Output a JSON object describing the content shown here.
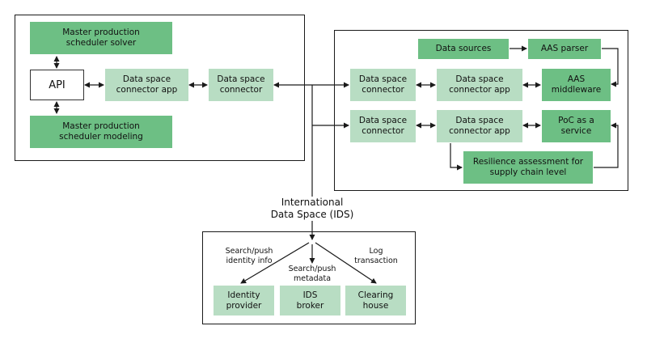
{
  "left_panel": {
    "solver": "Master production\nscheduler solver",
    "api": "API",
    "modeling": "Master production\nscheduler modeling",
    "connector_app": "Data space\nconnector app",
    "connector": "Data space\nconnector"
  },
  "right_panel": {
    "data_sources": "Data sources",
    "aas_parser": "AAS parser",
    "row1_connector": "Data space\nconnector",
    "row1_connector_app": "Data space\nconnector app",
    "aas_middleware": "AAS\nmiddleware",
    "row2_connector": "Data space\nconnector",
    "row2_connector_app": "Data space\nconnector app",
    "poc_service": "PoC as a\nservice",
    "resilience": "Resilience assessment for\nsupply chain level"
  },
  "ids": {
    "label": "International\nData Space (IDS)",
    "search_identity": "Search/push\nidentity info",
    "search_metadata": "Search/push\nmetadata",
    "log_transaction": "Log\ntransaction",
    "identity_provider": "Identity\nprovider",
    "ids_broker": "IDS\nbroker",
    "clearing_house": "Clearing\nhouse"
  },
  "colors": {
    "dark_green": "#6dbf84",
    "light_green": "#b8ddc3",
    "line": "#1a1a1a"
  }
}
